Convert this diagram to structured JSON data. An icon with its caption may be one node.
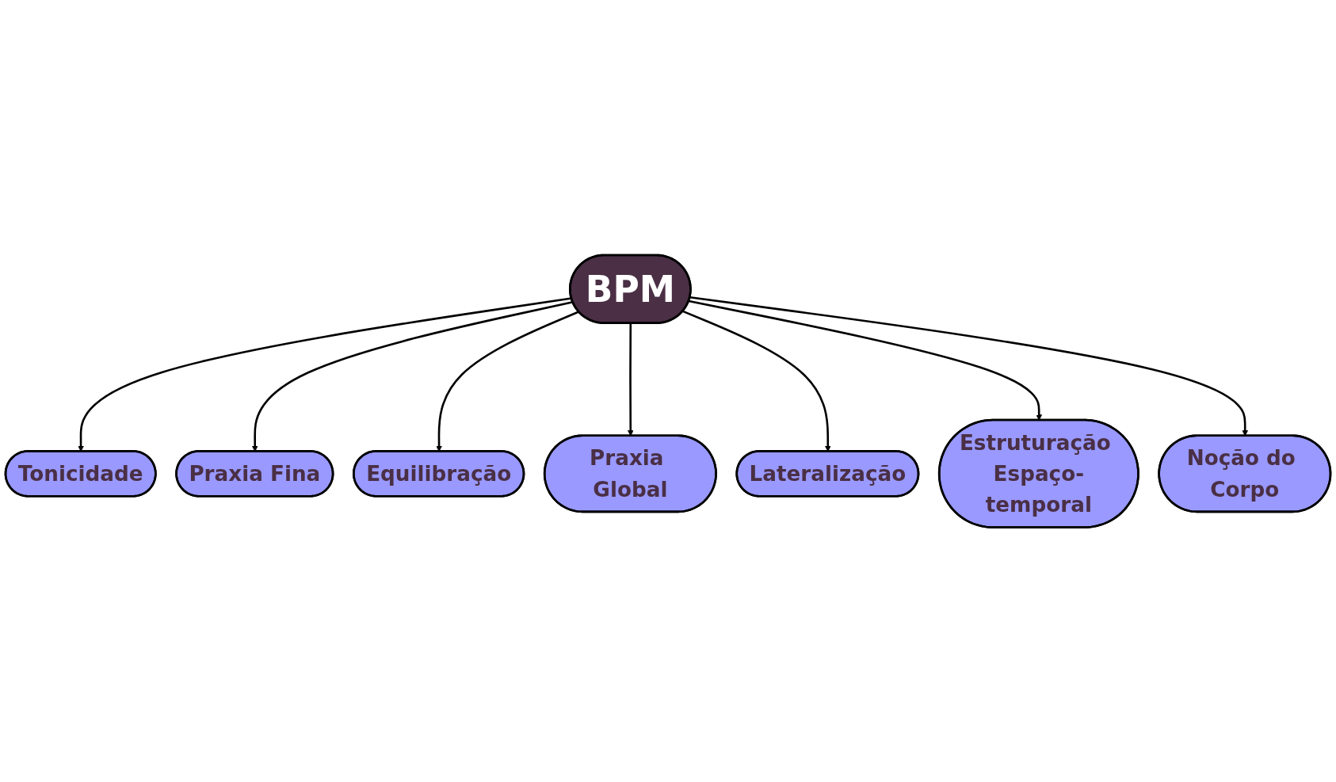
{
  "diagram": {
    "nodes": [
      {
        "text": [
          "Tonicidade"
        ]
      },
      {
        "text": [
          "Praxia Fina"
        ]
      },
      {
        "text": [
          "Equilibração"
        ]
      },
      {
        "text": [
          "Praxia Global"
        ]
      },
      {
        "text": [
          "BPM"
        ]
      },
      {
        "text": [
          "Lateralização"
        ]
      },
      {
        "text": [
          "Estruturação Espaço-temporal"
        ]
      },
      {
        "text": [
          "Noção do Corpo"
        ]
      }
    ],
    "edges": [
      {
        "from": 4,
        "to": 0,
        "arrow": "to"
      },
      {
        "from": 4,
        "to": 1,
        "arrow": "to"
      },
      {
        "from": 4,
        "to": 2,
        "arrow": "to"
      },
      {
        "from": 4,
        "to": 3,
        "arrow": "to"
      },
      {
        "from": 4,
        "to": 5,
        "arrow": "to"
      },
      {
        "from": 4,
        "to": 6,
        "arrow": "to"
      },
      {
        "from": 4,
        "to": 7,
        "arrow": "to"
      }
    ]
  }
}
